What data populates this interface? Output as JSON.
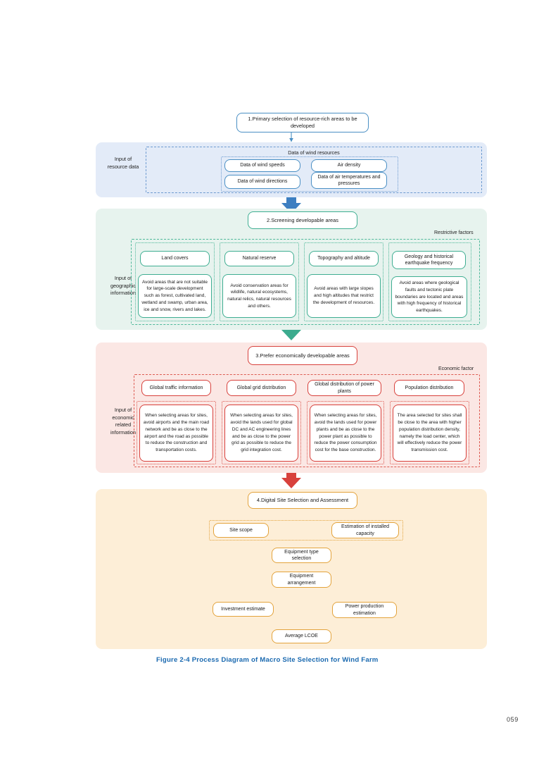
{
  "figure": {
    "caption": "Figure 2-4   Process Diagram of Macro Site Selection for Wind Farm",
    "page_number": "059",
    "caption_color": "#1a69b0"
  },
  "sections": {
    "resource": {
      "band_color": "#e3ebf8",
      "accent": "#4a8fc4",
      "arrow_color": "#3d7fc1",
      "step_title": "1.Primary selection of resource-rich areas to be developed",
      "side_label": "Input of\nresource data",
      "group_label": "Data of wind resources",
      "items": [
        {
          "label": "Data of wind speeds"
        },
        {
          "label": "Air density"
        },
        {
          "label": "Data of wind directions"
        },
        {
          "label": "Data of air temperatures and pressures"
        }
      ]
    },
    "geographic": {
      "band_color": "#e7f3ee",
      "accent": "#3fae92",
      "arrow_color": "#3cab8e",
      "step_title": "2.Screening developable areas",
      "side_label": "Input of\ngeographic\ninformation",
      "group_label": "Restrictive factors",
      "columns": [
        {
          "head": "Land covers",
          "body": "Avoid areas that are not suitable for large-scale development such as forest, cultivated land, wetland and swamp, urban area, ice and snow, rivers and lakes."
        },
        {
          "head": "Natural reserve",
          "body": "Avoid conservation areas for wildlife, natural ecosystems, natural relics, natural resources and others."
        },
        {
          "head": "Topography and altitude",
          "body": "Avoid areas with large slopes and high altitudes that restrict the development of resources."
        },
        {
          "head": "Geology and historical earthquake frequency",
          "body": "Avoid areas where geological faults and tectonic plate boundaries are located and areas with high frequency of historical earthquakes."
        }
      ]
    },
    "economic": {
      "band_color": "#fbe7e4",
      "accent": "#d8413c",
      "arrow_color": "#d8413c",
      "step_title": "3.Prefer economically developable areas",
      "side_label": "Input of\neconomic\nrelated\ninformation",
      "group_label": "Economic factor",
      "columns": [
        {
          "head": "Global traffic information",
          "body": "When selecting areas for sites, avoid airports and the main road network and be as close to the airport and the road as possible to reduce the construction and transportation costs."
        },
        {
          "head": "Global grid distribution",
          "body": "When selecting areas for sites, avoid the lands used for global DC and AC engineering lines and be as close to the power grid as possible to reduce the grid integration cost."
        },
        {
          "head": "Global distribution of power plants",
          "body": "When selecting areas for sites, avoid the lands used for power plants and be as close to the power plant as possible to reduce the power consumption cost for the base construction."
        },
        {
          "head": "Population distribution",
          "body": "The area selected for sites shall be close to the area with higher population distribution density, namely the load center, which will effectively reduce the power transmission cost."
        }
      ]
    },
    "digital": {
      "band_color": "#fdeed7",
      "accent": "#e3a33c",
      "arrow_color": "#e3a33c",
      "step_title": "4.Digital Site Selection and Assessment",
      "nodes": {
        "site_scope": "Site scope",
        "installed_capacity": "Estimation of installed capacity",
        "equipment_type": "Equipment type selection",
        "equipment_arrangement": "Equipment arrangement",
        "investment_estimate": "Investment estimate",
        "power_production": "Power production estimation",
        "average_lcoe": "Average LCOE"
      }
    }
  }
}
